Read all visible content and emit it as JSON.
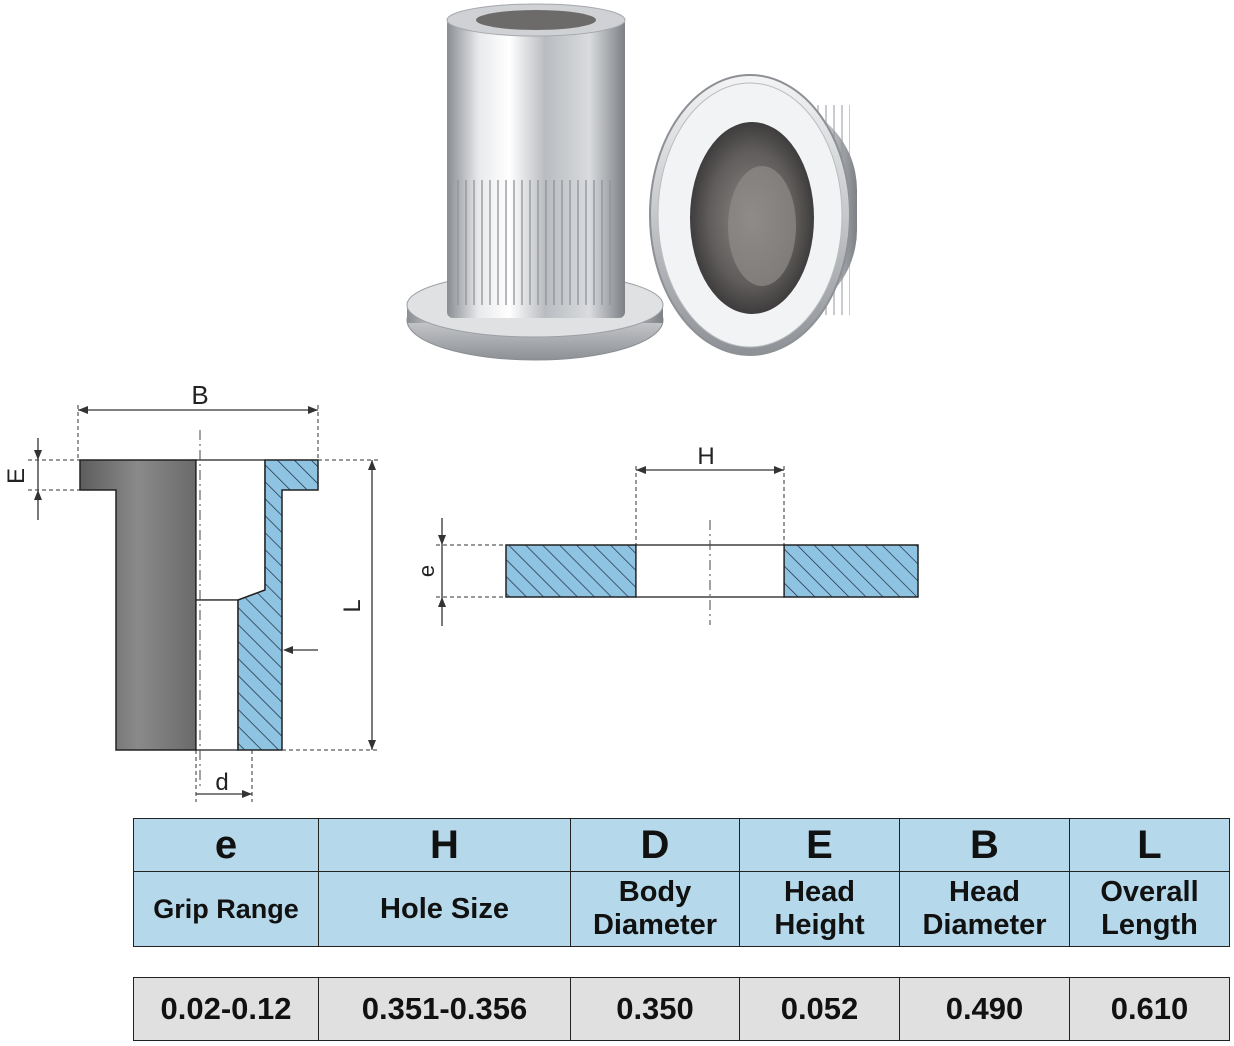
{
  "photo": {
    "description_icon": "rivet-nut-photo"
  },
  "diagram_left": {
    "label_B": "B",
    "label_E": "E",
    "label_L": "L",
    "label_d": "d"
  },
  "diagram_right": {
    "label_H": "H",
    "label_e": "e"
  },
  "colors": {
    "hatch_fill": "#8fc3e2",
    "body_gray": "#6e6e6e",
    "table_header": "#b5d9ea",
    "table_values": "#e0e0e0"
  },
  "table": {
    "letters": [
      "e",
      "H",
      "D",
      "E",
      "B",
      "L"
    ],
    "descriptions": [
      [
        "Grip Range"
      ],
      [
        "Hole Size"
      ],
      [
        "Body",
        "Diameter"
      ],
      [
        "Head",
        "Height"
      ],
      [
        "Head",
        "Diameter"
      ],
      [
        "Overall",
        "Length"
      ]
    ],
    "values": [
      "0.02-0.12",
      "0.351-0.356",
      "0.350",
      "0.052",
      "0.490",
      "0.610"
    ]
  }
}
